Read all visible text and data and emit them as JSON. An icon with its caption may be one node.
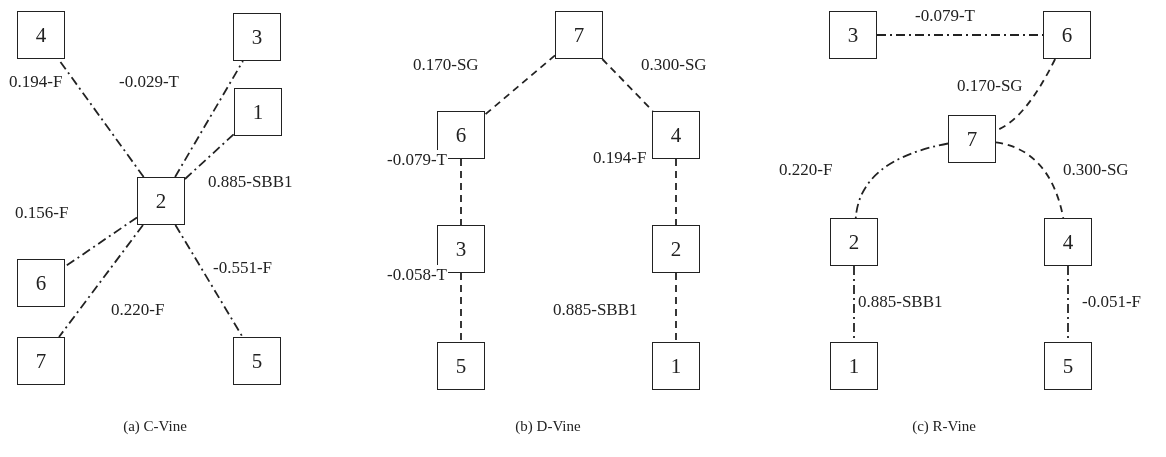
{
  "diagram": {
    "nodes": [
      {
        "text": [
          "4"
        ]
      },
      {
        "text": [
          "3"
        ]
      },
      {
        "text": [
          "1"
        ]
      },
      {
        "text": [
          "2"
        ]
      },
      {
        "text": [
          "6"
        ]
      },
      {
        "text": [
          "7"
        ]
      },
      {
        "text": [
          "5"
        ]
      },
      {
        "text": [
          "7"
        ]
      },
      {
        "text": [
          "6"
        ]
      },
      {
        "text": [
          "4"
        ]
      },
      {
        "text": [
          "3"
        ]
      },
      {
        "text": [
          "2"
        ]
      },
      {
        "text": [
          "5"
        ]
      },
      {
        "text": [
          "1"
        ]
      },
      {
        "text": [
          "3"
        ]
      },
      {
        "text": [
          "6"
        ]
      },
      {
        "text": [
          "7"
        ]
      },
      {
        "text": [
          "2"
        ]
      },
      {
        "text": [
          "4"
        ]
      },
      {
        "text": [
          "1"
        ]
      },
      {
        "text": [
          "5"
        ]
      }
    ],
    "edges": [
      {
        "from": 3,
        "to": 0,
        "arrow": "none",
        "label": "0.194-F"
      },
      {
        "from": 3,
        "to": 1,
        "arrow": "none",
        "label": "-0.029-T"
      },
      {
        "from": 3,
        "to": 2,
        "arrow": "none",
        "label": "0.885-SBB1"
      },
      {
        "from": 3,
        "to": 4,
        "arrow": "none",
        "label": "0.156-F"
      },
      {
        "from": 3,
        "to": 5,
        "arrow": "none",
        "label": "0.220-F"
      },
      {
        "from": 3,
        "to": 6,
        "arrow": "none",
        "label": "-0.551-F"
      },
      {
        "from": 7,
        "to": 8,
        "arrow": "none",
        "label": "0.170-SG",
        "style": "dashed"
      },
      {
        "from": 7,
        "to": 9,
        "arrow": "none",
        "label": "0.300-SG",
        "style": "dashed"
      },
      {
        "from": 8,
        "to": 10,
        "arrow": "none",
        "label": "-0.079-T",
        "style": "dashed"
      },
      {
        "from": 9,
        "to": 11,
        "arrow": "none",
        "label": "0.194-F",
        "style": "dashed"
      },
      {
        "from": 10,
        "to": 12,
        "arrow": "none",
        "label": "-0.058-T",
        "style": "dashed"
      },
      {
        "from": 11,
        "to": 13,
        "arrow": "none",
        "label": "0.885-SBB1",
        "style": "dashed"
      },
      {
        "from": 14,
        "to": 15,
        "arrow": "none",
        "label": "-0.079-T"
      },
      {
        "from": 15,
        "to": 16,
        "arrow": "none",
        "label": "0.170-SG",
        "style": "dashed"
      },
      {
        "from": 16,
        "to": 17,
        "arrow": "none",
        "label": "0.220-F"
      },
      {
        "from": 16,
        "to": 18,
        "arrow": "none",
        "label": "0.300-SG",
        "style": "dashed"
      },
      {
        "from": 17,
        "to": 19,
        "arrow": "none",
        "label": "0.885-SBB1"
      },
      {
        "from": 18,
        "to": 20,
        "arrow": "none",
        "label": "-0.051-F"
      }
    ],
    "labels": [
      "(a) C-Vine",
      "(b) D-Vine",
      "(c) R-Vine"
    ]
  }
}
